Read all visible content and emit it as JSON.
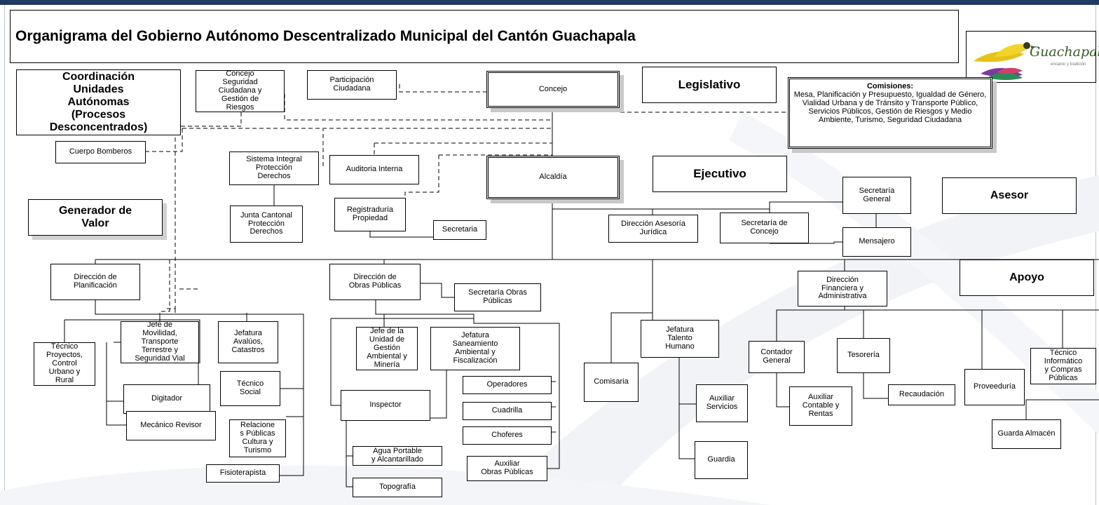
{
  "title": "Organigrama del Gobierno Autónomo Descentralizado Municipal del Cantón Guachapala",
  "logo": {
    "name": "Guachapala",
    "tagline": "encanto y tradición"
  },
  "section_labels": {
    "coordinacion": "Coordinación\nUnidades\nAutónomas\n(Procesos\nDesconcentrados)",
    "legislativo": "Legislativo",
    "ejecutivo": "Ejecutivo",
    "asesor": "Asesor",
    "generador": "Generador de\nValor",
    "apoyo": "Apoyo"
  },
  "comisiones": {
    "heading": "Comisiones:",
    "text": "Mesa, Planificación y Presupuesto, Igualdad de Género, Vialidad Urbana y de Tránsito y Transporte Público, Servicios Públicos, Gestión de Riesgos y Medio Ambiente, Turismo, Seguridad Ciudadana"
  },
  "units": {
    "concejo": "Concejo",
    "alcaldia": "Alcaldía",
    "concejo_seguridad": "Concejo\nSeguridad\nCiudadana y\nGestión de\nRiesgos",
    "participacion": "Participación\nCiudadana",
    "cuerpo_bomberos": "Cuerpo Bomberos",
    "sistema_integral": "Sistema Integral\nProtección\nDerechos",
    "junta_cantonal": "Junta Cantonal\nProtección\nDerechos",
    "auditoria": "Auditoria Interna",
    "registraduria": "Registraduría\nPropiedad",
    "secretaria": "Secretaria",
    "secretaria_general": "Secretaría\nGeneral",
    "secretaria_concejo": "Secretaría de\nConcejo",
    "mensajero": "Mensajero",
    "dir_asesoria": "Dirección Asesoría\nJurídica",
    "dir_planificacion": "Dirección de\nPlanificación",
    "dir_obras": "Dirección de\nObras Públicas",
    "secretaria_obras": "Secretaría Obras\nPúblicas",
    "dir_financiera": "Dirección\nFinanciera y\nAdministrativa",
    "tecnico_proyectos": "Técnico\nProyectos,\nControl\nUrbano y\nRural",
    "jefe_movilidad": "Jefe de\nMovilidad,\nTransporte\nTerrestre y\nSeguridad Vial",
    "jefatura_avaluos": "Jefatura\nAvalúos,\nCatastros",
    "digitador": "Digitador",
    "tecnico_social": "Técnico\nSocial",
    "relaciones": "Relacione\ns Públicas\nCultura y\nTurismo",
    "mecanico": "Mecánico Revisor",
    "fisioterapista": "Fisioterapista",
    "jefe_gestion_ambiental": "Jefe de la\nUnidad de\nGestión\nAmbiental y\nMinería",
    "jefatura_saneamiento": "Jefatura\nSaneamiento\nAmbiental y\nFiscalización",
    "inspector": "Inspector",
    "operadores": "Operadores",
    "cuadrilla": "Cuadrilla",
    "choferes": "Choferes",
    "agua_potable": "Agua Portable\ny Alcantarillado",
    "auxiliar_obras": "Auxiliar\nObras Públicas",
    "topografia": "Topografía",
    "comisaria": "Comisaria",
    "jefatura_talento": "Jefatura\nTalento\nHumano",
    "auxiliar_servicios": "Auxiliar\nServicios",
    "guardia": "Guardia",
    "contador": "Contador\nGeneral",
    "tesoreria": "Tesorería",
    "auxiliar_contable": "Auxiliar\nContable y\nRentas",
    "recaudacion": "Recaudación",
    "proveeduria": "Proveeduría",
    "tecnico_informatico": "Técnico\nInformático\ny Compras\nPúblicas",
    "guarda_almacen": "Guarda Almacén"
  }
}
